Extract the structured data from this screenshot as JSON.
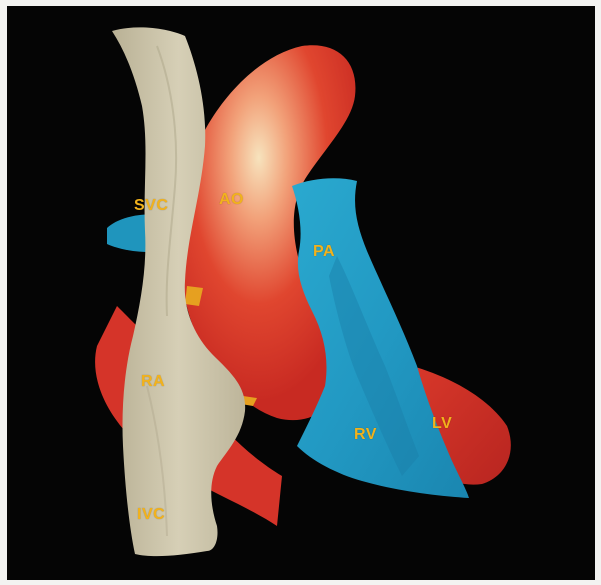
{
  "colors": {
    "background": "#050505",
    "aorta_red": "#d9372a",
    "aorta_highlight": "#f5dcb3",
    "pulmonary_blue": "#1f9bc2",
    "vena_cava_beige": "#c8c0a6",
    "label_yellow": "#f2b21c"
  },
  "labels": {
    "svc": "SVC",
    "ao": "AO",
    "pa": "PA",
    "ra": "RA",
    "rv": "RV",
    "lv": "LV",
    "ivc": "IVC"
  }
}
